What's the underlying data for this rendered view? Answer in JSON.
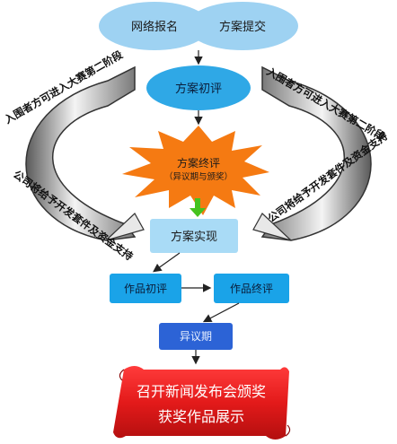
{
  "flow": {
    "online_registration": "网络报名",
    "plan_submission": "方案提交",
    "initial_review": "方案初评",
    "final_review": "方案终评",
    "final_review_note": "（异议期与颁奖）",
    "implementation": "方案实现",
    "work_initial_review": "作品初评",
    "work_final_review": "作品终评",
    "objection_period": "异议期",
    "press_conference": "召开新闻发布会颁奖",
    "award_showcase": "获奖作品展示"
  },
  "side_arrows": {
    "stage_two_entry": "入围者方可进入大赛第二阶段",
    "company_support": "公司将给予开发套件及资金支持"
  },
  "colors": {
    "ellipse_light": "#9ed2f2",
    "ellipse_mid": "#2fa8e6",
    "starburst": "#f57a12",
    "box_light": "#a9dbf6",
    "box_mid": "#1aa3e8",
    "box_blue": "#2c63d6",
    "banner_red": "#e31a1a",
    "green_arrow": "#45c21f"
  }
}
